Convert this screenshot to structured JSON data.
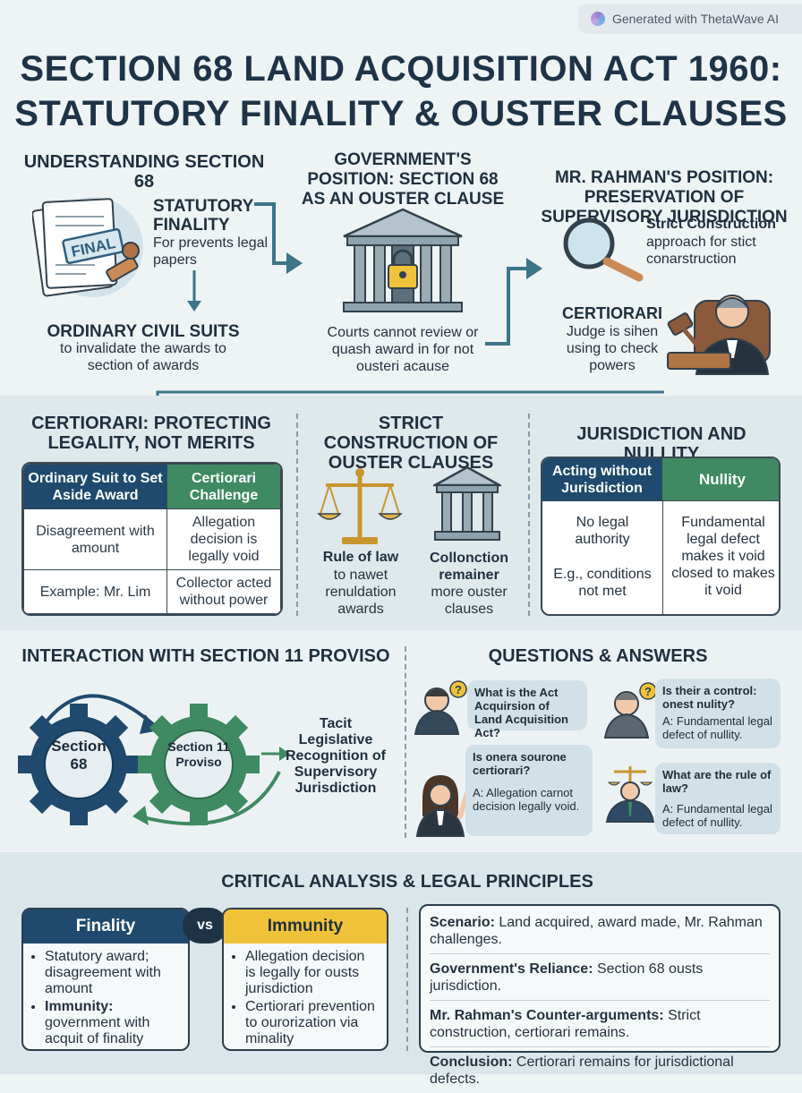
{
  "badge": {
    "text": "Generated with ThetaWave AI"
  },
  "title": {
    "line1": "SECTION 68 LAND ACQUISITION ACT 1960:",
    "line2": "STATUTORY FINALITY & OUSTER CLAUSES"
  },
  "top": {
    "col1": {
      "heading": "UNDERSTANDING SECTION 68",
      "stamp": "FINAL",
      "finality_title": "STATUTORY FINALITY",
      "finality_text": "For prevents legal papers",
      "civil_title": "ORDINARY CIVIL SUITS",
      "civil_text": "to invalidate the awards to section of awards"
    },
    "col2": {
      "heading": "GOVERNMENT'S POSITION: SECTION 68 AS AN OUSTER CLAUSE",
      "text": "Courts cannot review or quash award in for not ousteri acause"
    },
    "col3": {
      "heading": "MR. RAHMAN'S POSITION: PRESERVATION OF SUPERVISORY JURISDICTION",
      "strict_title": "Strict Construction",
      "strict_text": "approach for stict conarstruction",
      "cert_title": "CERTIORARI",
      "cert_text": "Judge is sihen using to check powers"
    }
  },
  "mid": {
    "certiorari": {
      "heading": "CERTIORARI: PROTECTING LEGALITY, NOT MERITS",
      "col_a": "Ordinary Suit to Set Aside Award",
      "col_b": "Certiorari Challenge",
      "r1a": "Disagreement with amount",
      "r1b": "Allegation decision is legally void",
      "r2a": "Example: Mr. Lim",
      "r2b": "Collector acted without power"
    },
    "strict": {
      "heading": "STRICT CONSTRUCTION OF OUSTER CLAUSES",
      "a_title": "Rule of law",
      "a_text": "to nawet renuldation awards",
      "b_title": "Collonction remainer",
      "b_text": "more ouster clauses"
    },
    "jurisdiction": {
      "heading": "JURISDICTION AND NULLITY",
      "col_a": "Acting without Jurisdiction",
      "col_b": "Nullity",
      "a1": "No legal authority",
      "a2": "E.g., conditions not met",
      "b1": "Fundamental legal defect makes it void closed to makes it void"
    }
  },
  "interaction": {
    "heading": "INTERACTION WITH SECTION 11 PROVISO",
    "gear1": "Section 68",
    "gear2": "Section 11 Proviso",
    "result": "Tacit Legislative Recognition of Supervisory Jurisdiction"
  },
  "qa": {
    "heading": "QUESTIONS & ANSWERS",
    "q1": "What is the Act Acquirsion of Land Acquisition Act?",
    "q2": "Is onera sourone certiorari?",
    "a2": "A: Allegation carnot decision legally void.",
    "q3": "Is their a control: onest nulity?",
    "a3": "A: Fundamental legal defect of nullity.",
    "q4": "What are the rule of law?",
    "a4": "A: Fundamental legal defect of nullity."
  },
  "critical": {
    "heading": "CRITICAL ANALYSIS & LEGAL PRINCIPLES",
    "finality": {
      "title": "Finality",
      "items": [
        "Statutory award; disagreement with amount",
        "government with acquit of finality"
      ],
      "item2_bold": "Immunity:"
    },
    "vs": "vs",
    "immunity": {
      "title": "Immunity",
      "items": [
        "Allegation decision is legally for ousts jurisdiction",
        "Certiorari prevention to ourorization via minality"
      ]
    },
    "conclusions": [
      {
        "label": "Scenario:",
        "text": "Land acquired, award made, Mr. Rahman challenges."
      },
      {
        "label": "Government's Reliance:",
        "text": "Section 68 ousts jurisdiction."
      },
      {
        "label": "Mr. Rahman's Counter-arguments:",
        "text": "Strict construction, certiorari remains."
      },
      {
        "label": "Conclusion:",
        "text": "Certiorari remains for jurisdictional defects."
      }
    ]
  },
  "colors": {
    "navy": "#1f4a6d",
    "green": "#3f8a62",
    "gold": "#f0c23a",
    "teal": "#3c7488"
  }
}
